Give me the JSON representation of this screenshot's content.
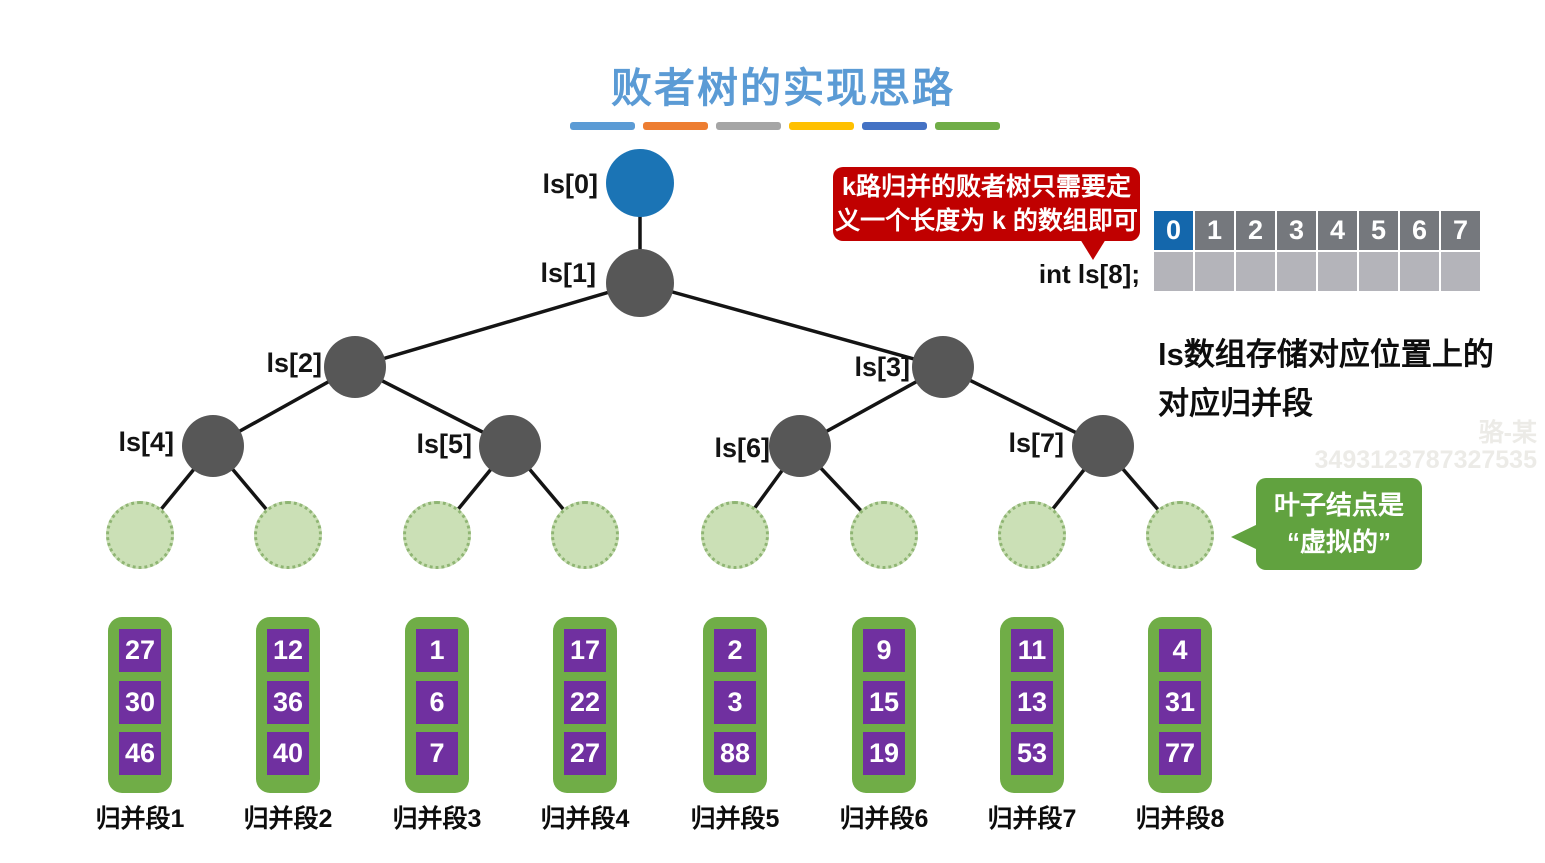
{
  "title": "败者树的实现思路",
  "decor_bars": [
    {
      "name": "blue",
      "color": "#5b9bd5"
    },
    {
      "name": "orange",
      "color": "#ed7d31"
    },
    {
      "name": "gray",
      "color": "#a5a5a5"
    },
    {
      "name": "yellow",
      "color": "#ffc000"
    },
    {
      "name": "dark-blue",
      "color": "#4472c4"
    },
    {
      "name": "green",
      "color": "#70ad47"
    }
  ],
  "tree": {
    "labels": [
      "ls[0]",
      "ls[1]",
      "ls[2]",
      "ls[3]",
      "ls[4]",
      "ls[5]",
      "ls[6]",
      "ls[7]"
    ],
    "root_color": "#1b74b5",
    "internal_color": "#575757",
    "leaf_fill_color": "#cbe0b6",
    "leaf_border_color": "#8fb573",
    "leaf_count": 8
  },
  "red_callout": {
    "line1": "k路归并的败者树只需要定",
    "line2": "义一个长度为 k 的数组即可",
    "color": "#c00000"
  },
  "code_label": "int ls[8];",
  "array": {
    "indices": [
      "0",
      "1",
      "2",
      "3",
      "4",
      "5",
      "6",
      "7"
    ],
    "highlight_index": "0",
    "highlight_color": "#1467ac",
    "index_bg": "#75787d",
    "value_bg": "#b4b4ba"
  },
  "note": {
    "line1": "ls数组存储对应位置上的",
    "line2": "对应归并段"
  },
  "watermark": {
    "line1": "骆-某",
    "line2": "3493123787327535"
  },
  "green_callout": {
    "line1": "叶子结点是",
    "line2": "“虚拟的”",
    "color": "#61a23f"
  },
  "segments": [
    {
      "label": "归并段1",
      "values": [
        "27",
        "30",
        "46"
      ]
    },
    {
      "label": "归并段2",
      "values": [
        "12",
        "36",
        "40"
      ]
    },
    {
      "label": "归并段3",
      "values": [
        "1",
        "6",
        "7"
      ]
    },
    {
      "label": "归并段4",
      "values": [
        "17",
        "22",
        "27"
      ]
    },
    {
      "label": "归并段5",
      "values": [
        "2",
        "3",
        "88"
      ]
    },
    {
      "label": "归并段6",
      "values": [
        "9",
        "15",
        "19"
      ]
    },
    {
      "label": "归并段7",
      "values": [
        "11",
        "13",
        "53"
      ]
    },
    {
      "label": "归并段8",
      "values": [
        "4",
        "31",
        "77"
      ]
    }
  ]
}
